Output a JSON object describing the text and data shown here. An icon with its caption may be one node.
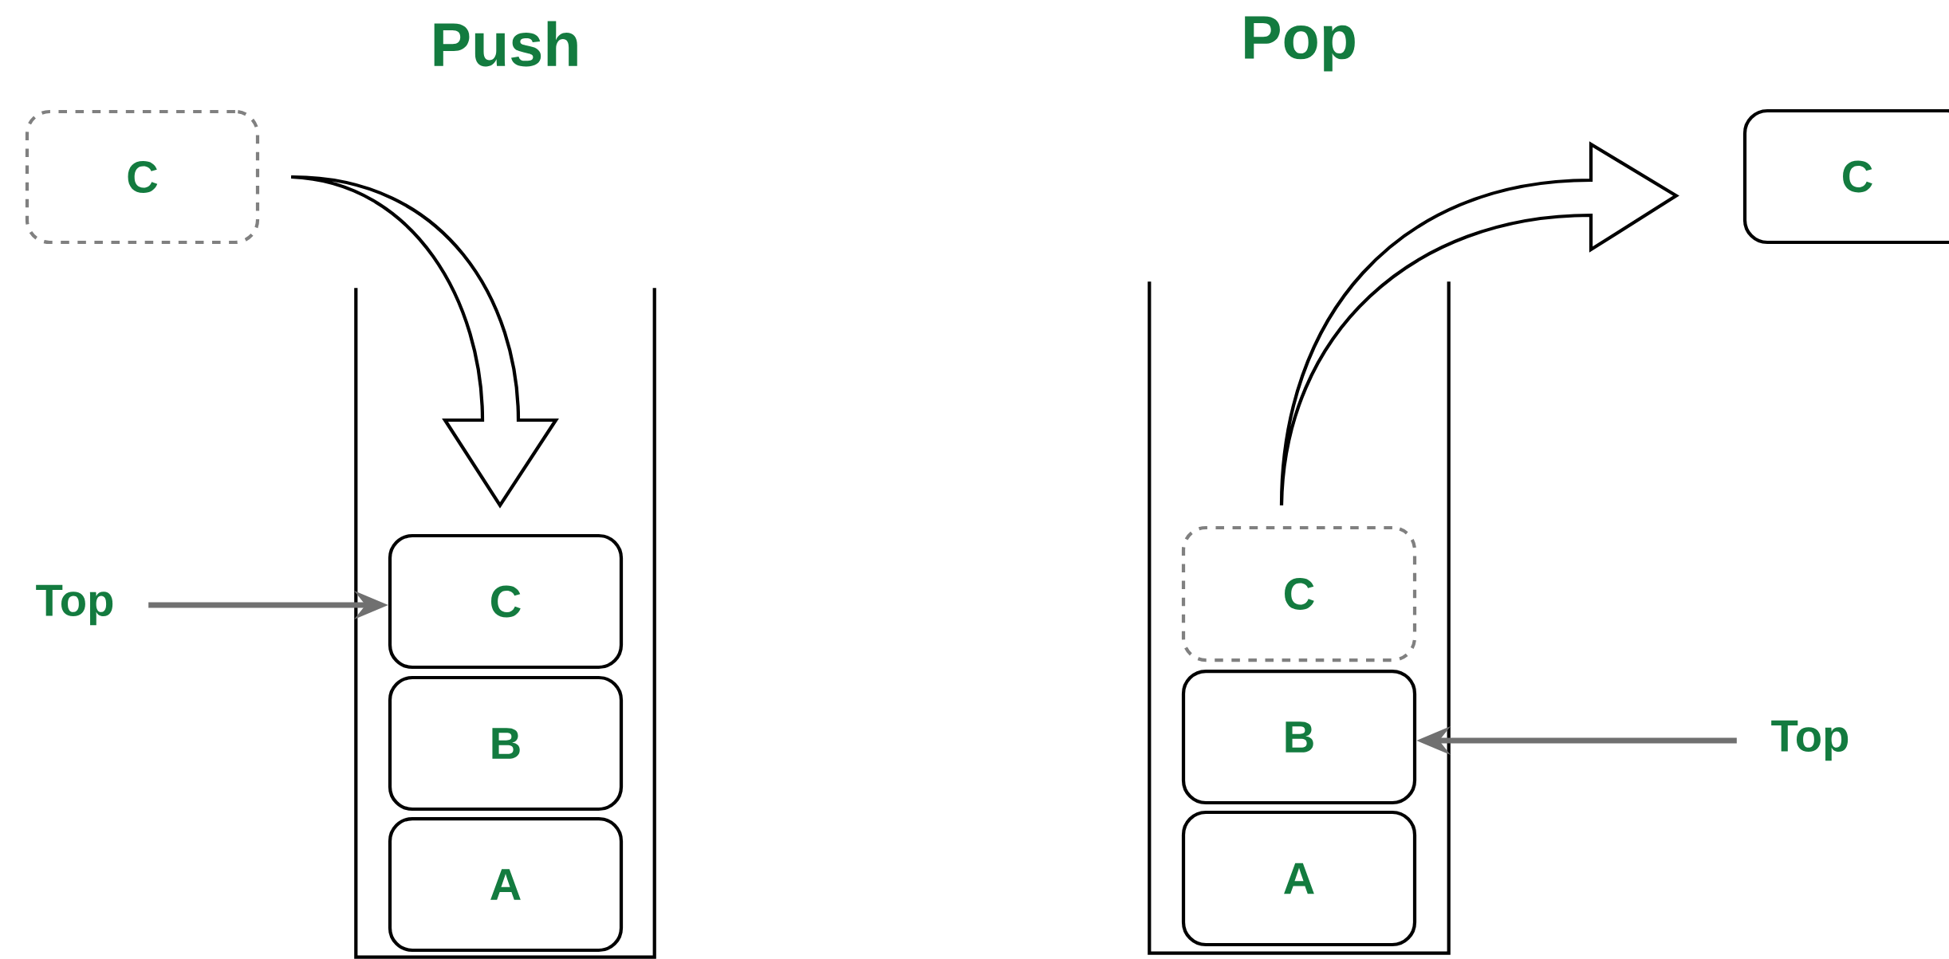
{
  "diagram": {
    "nodes": [
      {
        "text": [
          "C"
        ]
      },
      {
        "text": [],
        "shape": "box"
      },
      {
        "text": [
          "C"
        ],
        "in": 1
      },
      {
        "text": [
          "B"
        ],
        "in": 1
      },
      {
        "text": [
          "A"
        ],
        "in": 1
      },
      {
        "text": [
          "Top"
        ]
      },
      {
        "text": [],
        "shape": "box"
      },
      {
        "text": [
          "C"
        ],
        "in": 6
      },
      {
        "text": [
          "B"
        ],
        "in": 6
      },
      {
        "text": [
          "A"
        ],
        "in": 6
      },
      {
        "text": [
          "C"
        ]
      },
      {
        "text": [
          "Top"
        ]
      }
    ],
    "edges": [
      {
        "from": 0,
        "to": 2,
        "arrow": "to",
        "style": "thick"
      },
      {
        "from": 5,
        "to": 2,
        "arrow": "to",
        "color": "#707070"
      },
      {
        "from": 7,
        "to": 10,
        "arrow": "to",
        "style": "thick"
      },
      {
        "from": 11,
        "to": 8,
        "arrow": "to",
        "color": "#707070"
      }
    ],
    "labels": [
      "Push",
      "Pop"
    ]
  }
}
